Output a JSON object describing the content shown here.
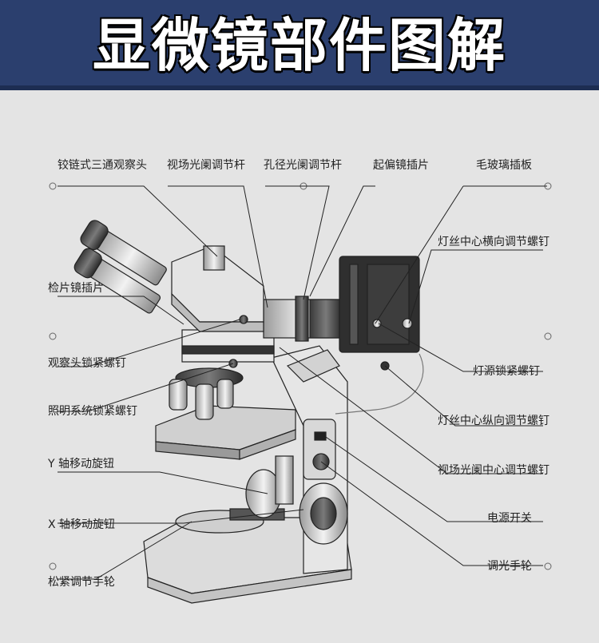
{
  "title": "显微镜部件图解",
  "labels": {
    "hinged_trinocular_head": "铰链式三通观察头",
    "field_diaphragm_rod": "视场光阑调节杆",
    "aperture_diaphragm_rod": "孔径光阑调节杆",
    "polarizer_slider": "起偏镜插片",
    "ground_glass_slider": "毛玻璃插板",
    "analyzer_slider": "检片镜插片",
    "head_lock_screw": "观察头锁紧螺钉",
    "illumination_lock_screw": "照明系统锁紧螺钉",
    "y_axis_knob": "Y 轴移动旋钮",
    "x_axis_knob": "X 轴移动旋钮",
    "tension_wheel": "松紧调节手轮",
    "filament_horizontal_screw": "灯丝中心横向调节螺钉",
    "lamp_lock_screw": "灯源锁紧螺钉",
    "filament_vertical_screw": "灯丝中心纵向调节螺钉",
    "field_center_screw": "视场光阑中心调节螺钉",
    "power_switch": "电源开关",
    "dimmer_wheel": "调光手轮"
  },
  "colors": {
    "header_bg": "#2b3f6e",
    "diagram_bg": "#e4e4e4",
    "line": "#222222"
  }
}
